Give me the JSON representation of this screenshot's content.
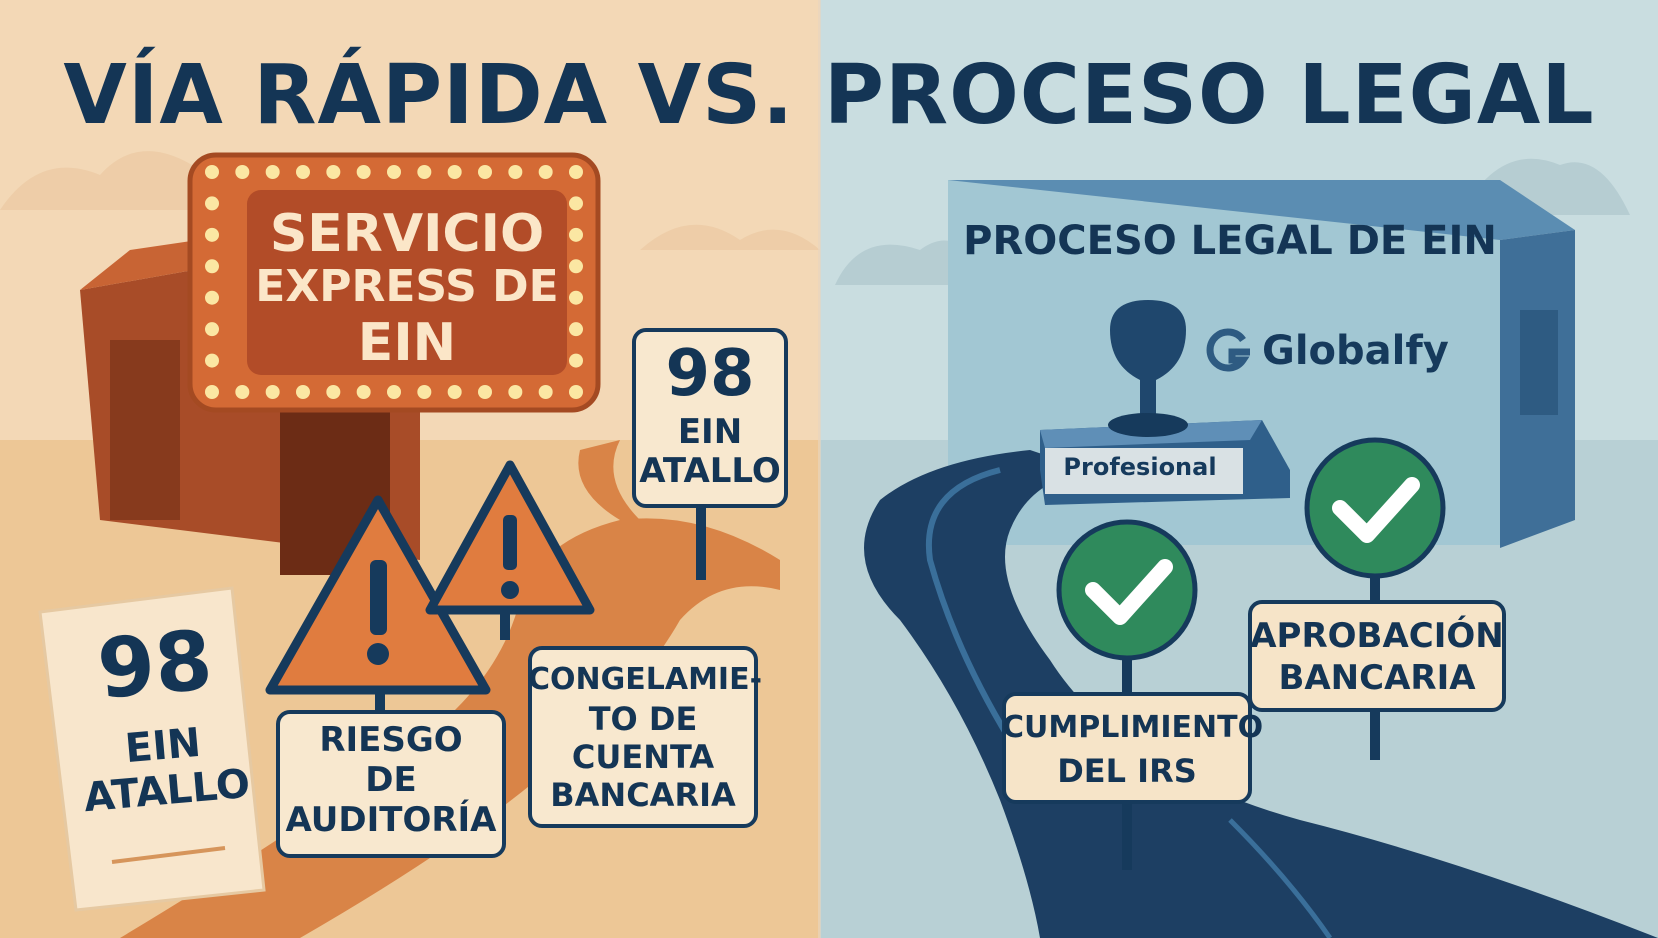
{
  "title": "VÍA RÁPIDA VS. PROCESO LEGAL",
  "left": {
    "marquee_sign": {
      "line1": "SERVICIO",
      "line2": "EXPRESS DE",
      "line3": "EIN"
    },
    "shortcut_sign_top": {
      "number": "98",
      "line1": "EIN",
      "line2": "ATALLO"
    },
    "shortcut_sign_bottom": {
      "number": "98",
      "line1": "EIN",
      "line2": "ATALLO"
    },
    "warning_audit": {
      "line1": "RIESGO",
      "line2": "DE",
      "line3": "AUDITORÍA"
    },
    "warning_bank": {
      "line1": "CONGELAMIE-",
      "line2": "TO DE",
      "line3": "CUENTA",
      "line4": "BANCARIA"
    }
  },
  "right": {
    "building_label": "PROCESO LEGAL DE EIN",
    "brand_name": "Globalfy",
    "stamp_label": "Profesional",
    "check_irs": {
      "line1": "CUMPLIMIENTO",
      "line2": "DEL IRS"
    },
    "check_bank": {
      "line1": "APROBACIÓN",
      "line2": "BANCARIA"
    }
  },
  "colors": {
    "left_bg": "#f3d8b6",
    "right_bg": "#c9dde0",
    "title": "#143555",
    "warning_orange": "#d9733a",
    "check_green": "#2f8a5c",
    "road_blue": "#1d3f63"
  },
  "icons": [
    "warning-icon",
    "checkmark-icon",
    "stamp-icon",
    "globalfy-logo-icon"
  ]
}
